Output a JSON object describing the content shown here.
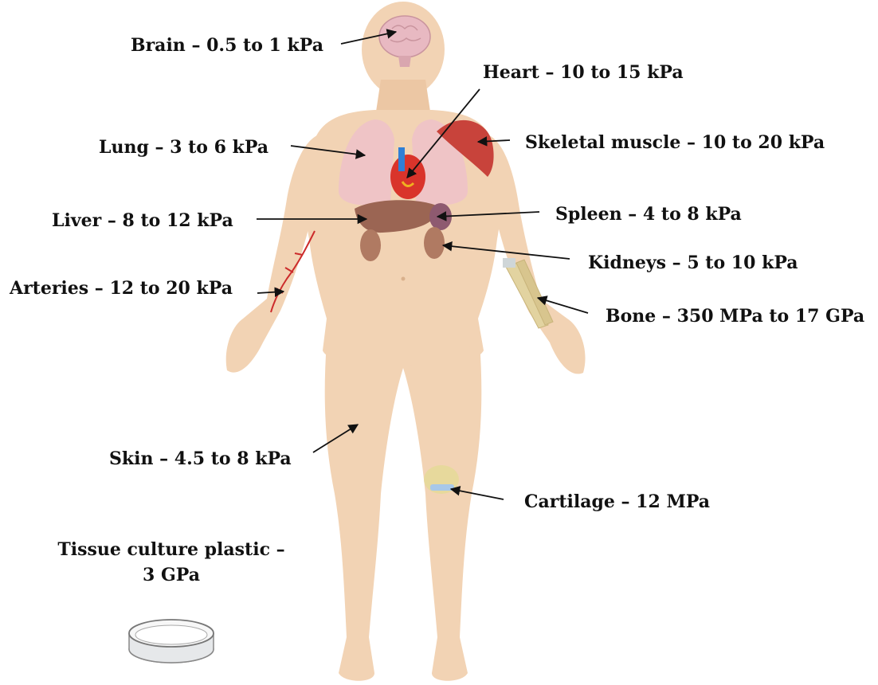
{
  "labels": {
    "brain": "Brain – 0.5 to 1 kPa",
    "heart": "Heart – 10 to 15 kPa",
    "lung": "Lung – 3 to 6 kPa",
    "skeletal_muscle": "Skeletal muscle – 10 to 20 kPa",
    "liver": "Liver – 8 to 12 kPa",
    "spleen": "Spleen – 4 to 8 kPa",
    "kidneys": "Kidneys – 5 to 10 kPa",
    "arteries": "Arteries – 12 to 20 kPa",
    "bone": "Bone – 350 MPa to 17 GPa",
    "skin": "Skin – 4.5 to 8 kPa",
    "cartilage": "Cartilage – 12 MPa",
    "plastic_line1": "Tissue culture plastic –",
    "plastic_line2": "3 GPa"
  },
  "colors": {
    "skin": "#f2d3b4",
    "skin_shadow": "#e3bd98",
    "brain": "#e8b9c2",
    "lung": "#efc4c6",
    "heart": "#d9342b",
    "muscle": "#c8433b",
    "liver": "#9b6553",
    "spleen": "#8e5a70",
    "kidney": "#b07a62",
    "bone": "#e2d3a0",
    "artery": "#cc2b2b",
    "dish": "#e6e8ea"
  }
}
